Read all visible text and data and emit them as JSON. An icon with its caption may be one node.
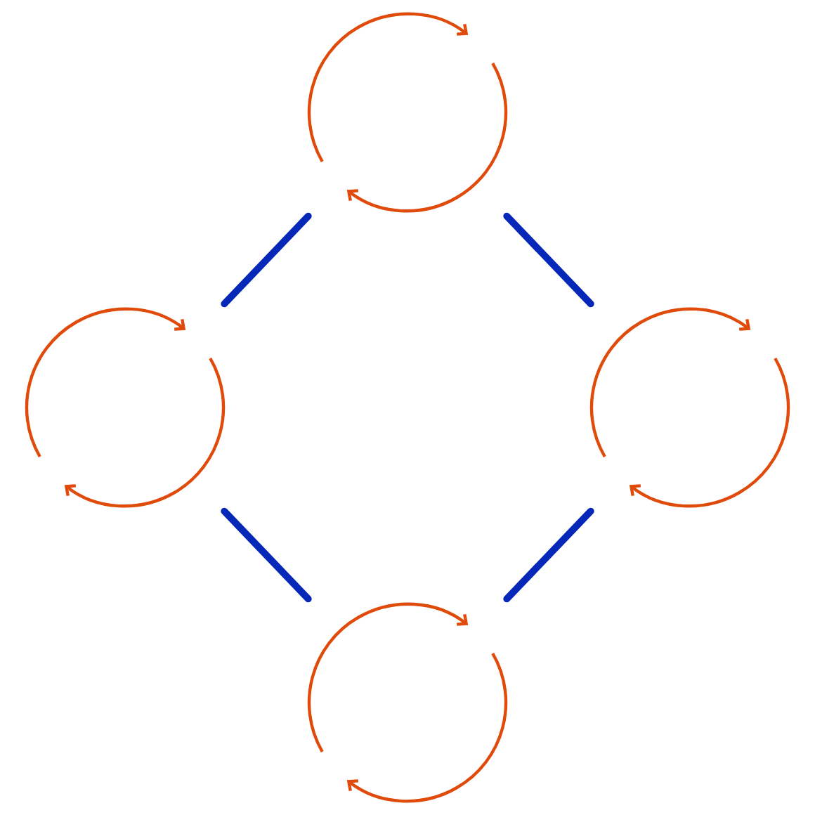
{
  "diagram": {
    "nodes": [
      {
        "text": [],
        "shape": "circle"
      },
      {
        "text": [],
        "shape": "circle"
      },
      {
        "text": [],
        "shape": "circle"
      },
      {
        "text": [],
        "shape": "circle"
      }
    ],
    "edges": [
      {
        "from": 0,
        "to": 1,
        "arrow": "none"
      },
      {
        "from": 1,
        "to": 3,
        "arrow": "none"
      },
      {
        "from": 3,
        "to": 2,
        "arrow": "none"
      },
      {
        "from": 2,
        "to": 0,
        "arrow": "none"
      }
    ]
  }
}
